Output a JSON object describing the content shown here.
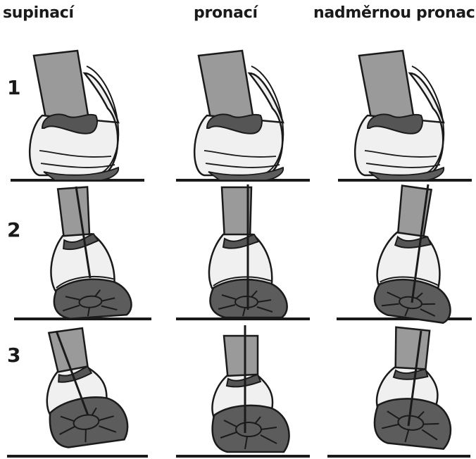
{
  "headers": {
    "supination": "supinací",
    "pronation": "pronací",
    "overpronation": "nadměrnou pronací"
  },
  "rows": [
    "1",
    "2",
    "3"
  ],
  "colors": {
    "skin": "#9a9a9a",
    "heel_pad": "#555555",
    "shoe": "#f0f0f0",
    "outline": "#1a1a1a",
    "sole": "#5c5c5c"
  },
  "icons": [
    "foot-heel-strike-icon",
    "foot-midstance-icon",
    "foot-pushoff-icon"
  ]
}
